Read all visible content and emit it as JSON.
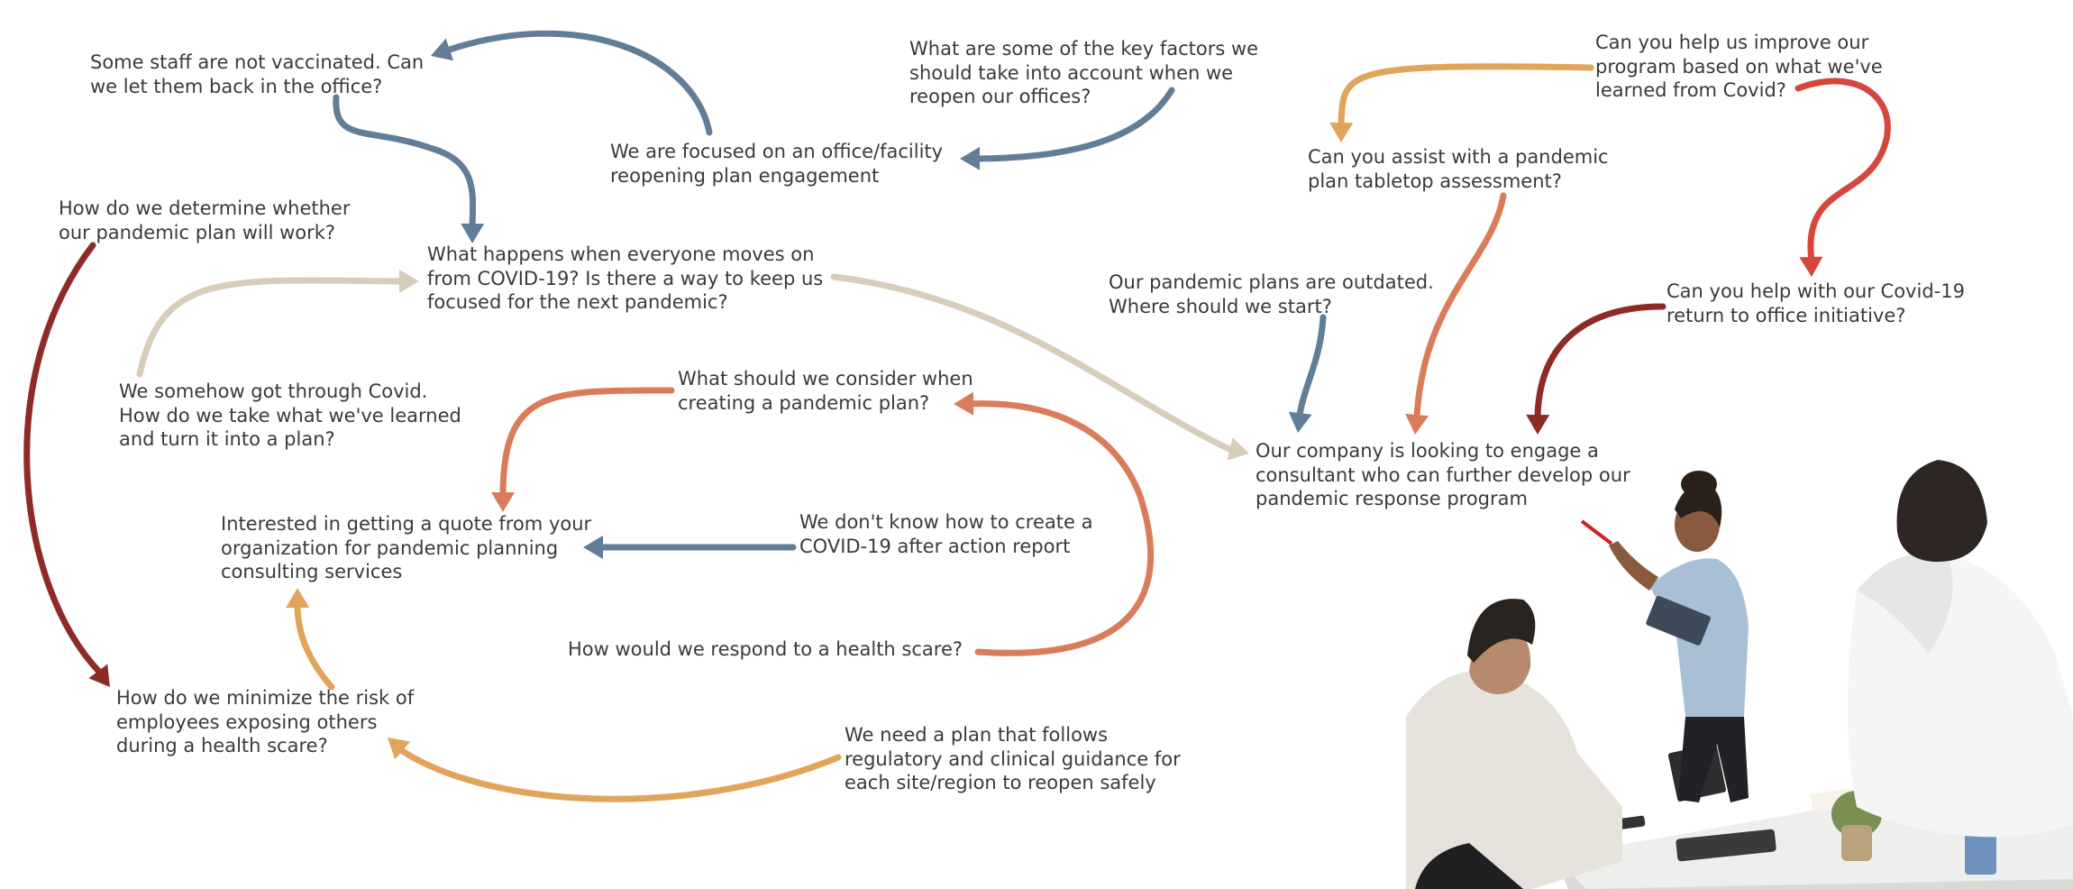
{
  "colors": {
    "slate_blue": "#617d98",
    "beige": "#d6cdbb",
    "terracotta": "#d97c5a",
    "orange": "#e0a45a",
    "dark_red": "#8e2b26",
    "red": "#d7463d",
    "text": "#3a3a3a"
  },
  "questions": {
    "staff_not_vaccinated": [
      "Some staff are not vaccinated. Can",
      "we let them back in the office?"
    ],
    "key_factors": [
      "What are some of the key factors we",
      "should take into account when we",
      "reopen our offices?"
    ],
    "office_reopening": [
      "We are focused on an office/facility",
      "reopening plan engagement"
    ],
    "determine_plan_work": [
      "How do we determine whether",
      "our pandemic plan will work?"
    ],
    "everyone_moves_on": [
      "What happens when everyone moves on",
      "from COVID-19? Is there a way to keep us",
      "focused for the next pandemic?"
    ],
    "got_through_covid": [
      "We somehow got through Covid.",
      "How do we take what we've learned",
      "and turn it into a plan?"
    ],
    "consider_plan": [
      "What should we consider when",
      "creating a pandemic plan?"
    ],
    "quote": [
      "Interested in getting a quote from your",
      "organization for pandemic planning",
      "consulting services"
    ],
    "after_action": [
      "We don't know how to create a",
      "COVID-19 after action report"
    ],
    "health_scare": [
      "How would we respond to a health scare?"
    ],
    "minimize_risk": [
      "How do we minimize the risk of",
      "employees exposing others",
      "during a health scare?"
    ],
    "regulatory": [
      "We need a plan that follows",
      "regulatory and clinical guidance for",
      "each site/region to reopen safely"
    ],
    "improve_program": [
      "Can you help us improve our",
      "program based on what we've",
      "learned from Covid?"
    ],
    "tabletop": [
      "Can you assist with a pandemic",
      "plan tabletop assessment?"
    ],
    "outdated": [
      "Our pandemic plans are outdated.",
      "Where should we start?"
    ],
    "return_office": [
      "Can you help with our Covid-19",
      "return to office initiative?"
    ],
    "company_consultant": [
      "Our company is looking to engage a",
      "consultant who can further develop our",
      "pandemic response program"
    ]
  }
}
